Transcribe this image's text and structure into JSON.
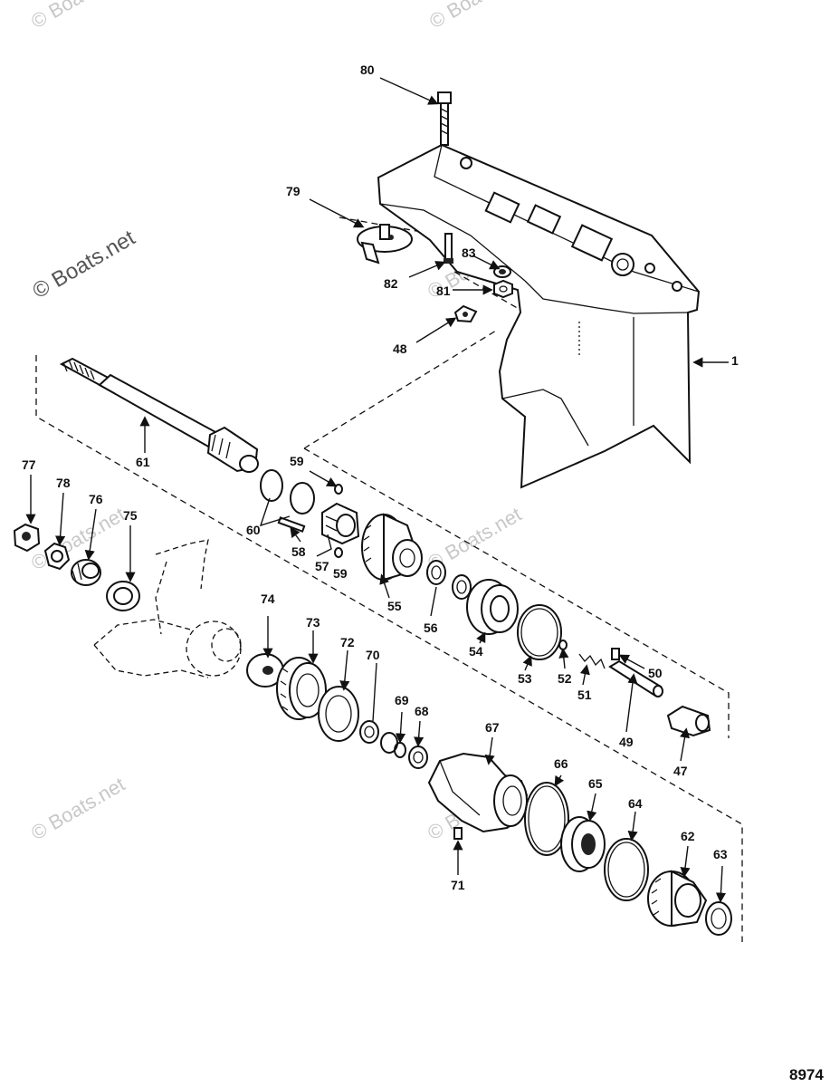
{
  "watermark": "© Boats.net",
  "figure_number": "8974",
  "callouts": [
    "80",
    "79",
    "83",
    "82",
    "81",
    "48",
    "1",
    "61",
    "77",
    "78",
    "76",
    "75",
    "59",
    "60",
    "58",
    "57",
    "59",
    "55",
    "56",
    "54",
    "53",
    "52",
    "51",
    "50",
    "49",
    "47",
    "74",
    "73",
    "72",
    "70",
    "69",
    "68",
    "67",
    "66",
    "65",
    "64",
    "62",
    "63",
    "71"
  ]
}
